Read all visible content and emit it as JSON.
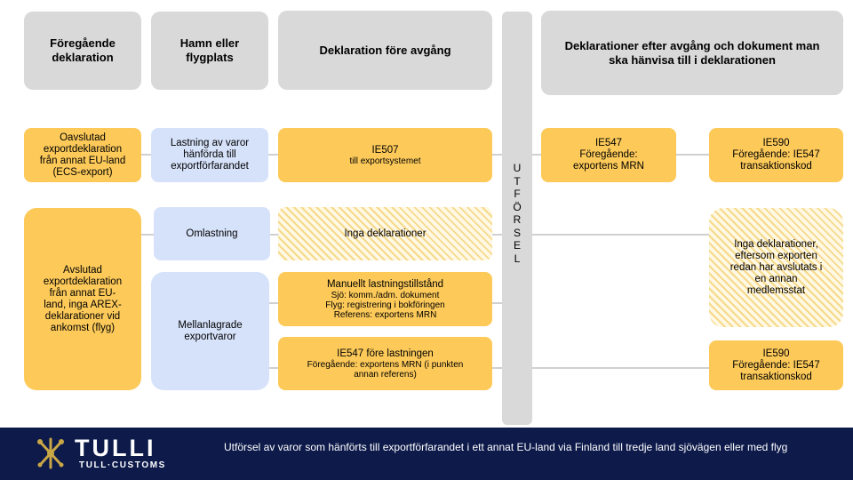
{
  "headers": {
    "previous_declaration": "Föregående deklaration",
    "port_or_airport": "Hamn eller flygplats",
    "declaration_before_departure": "Deklaration före avgång",
    "declarations_after_departure": "Deklarationer efter avgång och dokument man ska hänvisa till i deklarationen"
  },
  "exit_label": [
    "U",
    "T",
    "F",
    "Ö",
    "R",
    "S",
    "E",
    "L"
  ],
  "row1": {
    "previous": [
      "Oavslutad",
      "exportdeklaration",
      "från annat EU-land",
      "(ECS-export)"
    ],
    "port": [
      "Lastning av varor",
      "hänförda till",
      "exportförfarandet"
    ],
    "before_title": "IE507",
    "before_sub": "till exportsystemet",
    "after1": [
      "IE547",
      "Föregående:",
      "exportens MRN"
    ],
    "after2": [
      "IE590",
      "Föregående: IE547",
      "transaktionskod"
    ]
  },
  "row2": {
    "previous": [
      "Avslutad",
      "exportdeklaration",
      "från annat EU-",
      "land, inga AREX-",
      "deklarationer vid",
      "ankomst (flyg)"
    ],
    "transshipment": "Omlastning",
    "no_declarations": "Inga deklarationer",
    "stored_goods": [
      "Mellanlagrade",
      "exportvaror"
    ],
    "manual_title": "Manuellt lastningstillstånd",
    "manual_lines": [
      "Sjö: komm./adm.  dokument",
      "Flyg: registrering i bokföringen",
      "Referens: exportens MRN"
    ],
    "ie547_title": "IE547 före lastningen",
    "ie547_lines": [
      "Föregående: exportens MRN  (i punkten",
      "annan referens)"
    ],
    "after_none": [
      "Inga deklarationer,",
      "eftersom exporten",
      "redan har avslutats i",
      "en annan",
      "medlemsstat"
    ],
    "after_ie590": [
      "IE590",
      "Föregående: IE547",
      "transaktionskod"
    ]
  },
  "footer": {
    "logo_main": "TULLI",
    "logo_sub": "TULL·CUSTOMS",
    "caption": "Utförsel av varor  som hänförts till exportförfarandet  i ett annat EU-land via Finland till tredje land sjövägen  eller med flyg"
  },
  "colors": {
    "header_gray": "#d9d9d9",
    "yellow": "#fdca5a",
    "light_blue": "#d6e2fa",
    "footer_navy": "#0d1a4a",
    "logo_gold": "#c9a646"
  }
}
